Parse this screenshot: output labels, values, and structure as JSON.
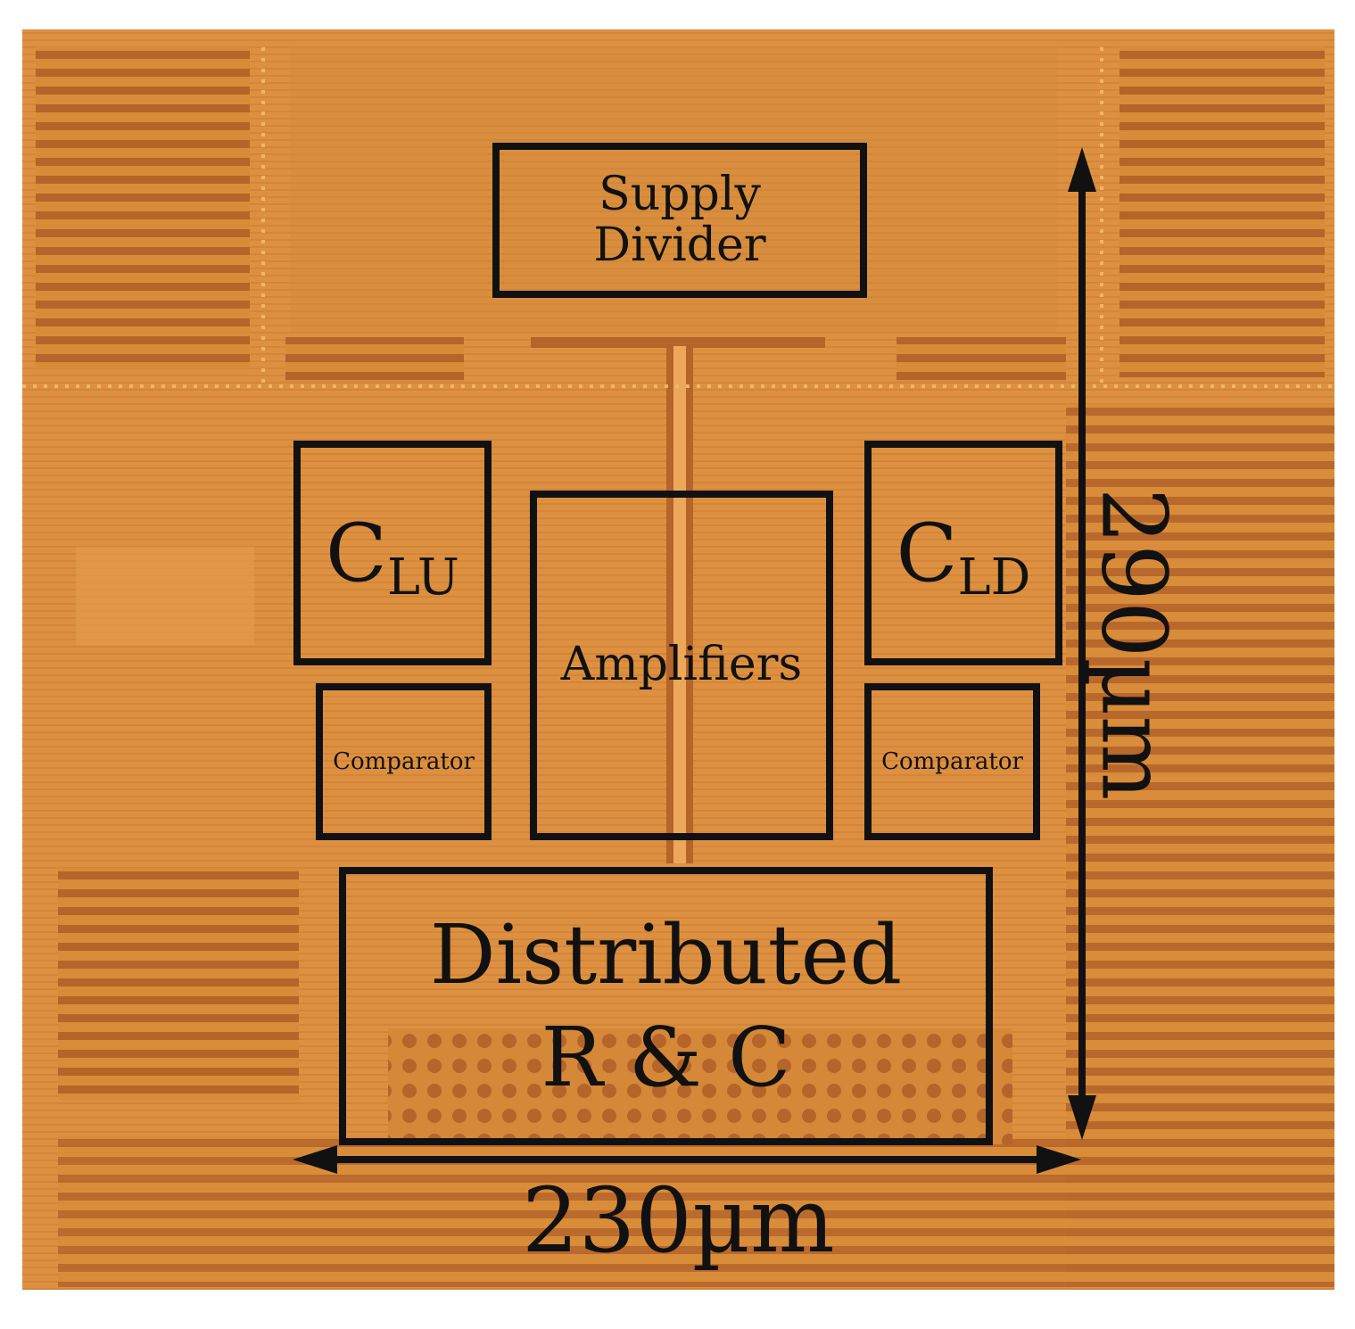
{
  "blocks": {
    "supply_divider": {
      "line1": "Supply",
      "line2": "Divider"
    },
    "clu": {
      "main": "C",
      "sub": "LU"
    },
    "cld": {
      "main": "C",
      "sub": "LD"
    },
    "amplifiers": "Amplifiers",
    "comparator_left": "Comparator",
    "comparator_right": "Comparator",
    "distributed": {
      "line1": "Distributed",
      "line2": "R & C"
    }
  },
  "dimensions": {
    "width": "230µm",
    "height": "290µm"
  },
  "colors": {
    "die": "#d98c38",
    "metal_dark": "#b5642a",
    "metal_light": "#eca759",
    "outline": "#111111"
  }
}
